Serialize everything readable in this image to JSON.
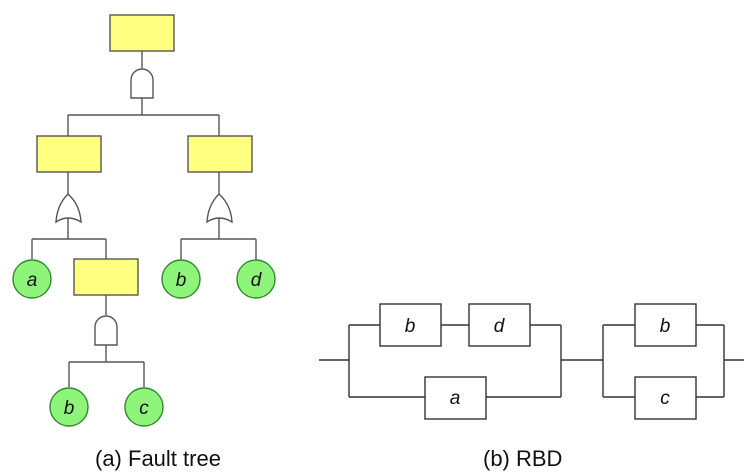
{
  "captions": {
    "fault_tree": "(a) Fault tree",
    "rbd": "(b) RBD"
  },
  "fault_tree": {
    "basic_events": {
      "left_a": "a",
      "left_b": "b",
      "left_c": "c",
      "right_b": "b",
      "right_d": "d"
    },
    "colors": {
      "event_box_fill": "#ffff80",
      "basic_event_fill": "#8ef47a",
      "basic_event_stroke": "#2e8b2e"
    }
  },
  "rbd": {
    "blocks": {
      "b1": "b",
      "d": "d",
      "a": "a",
      "b2": "b",
      "c": "c"
    }
  }
}
